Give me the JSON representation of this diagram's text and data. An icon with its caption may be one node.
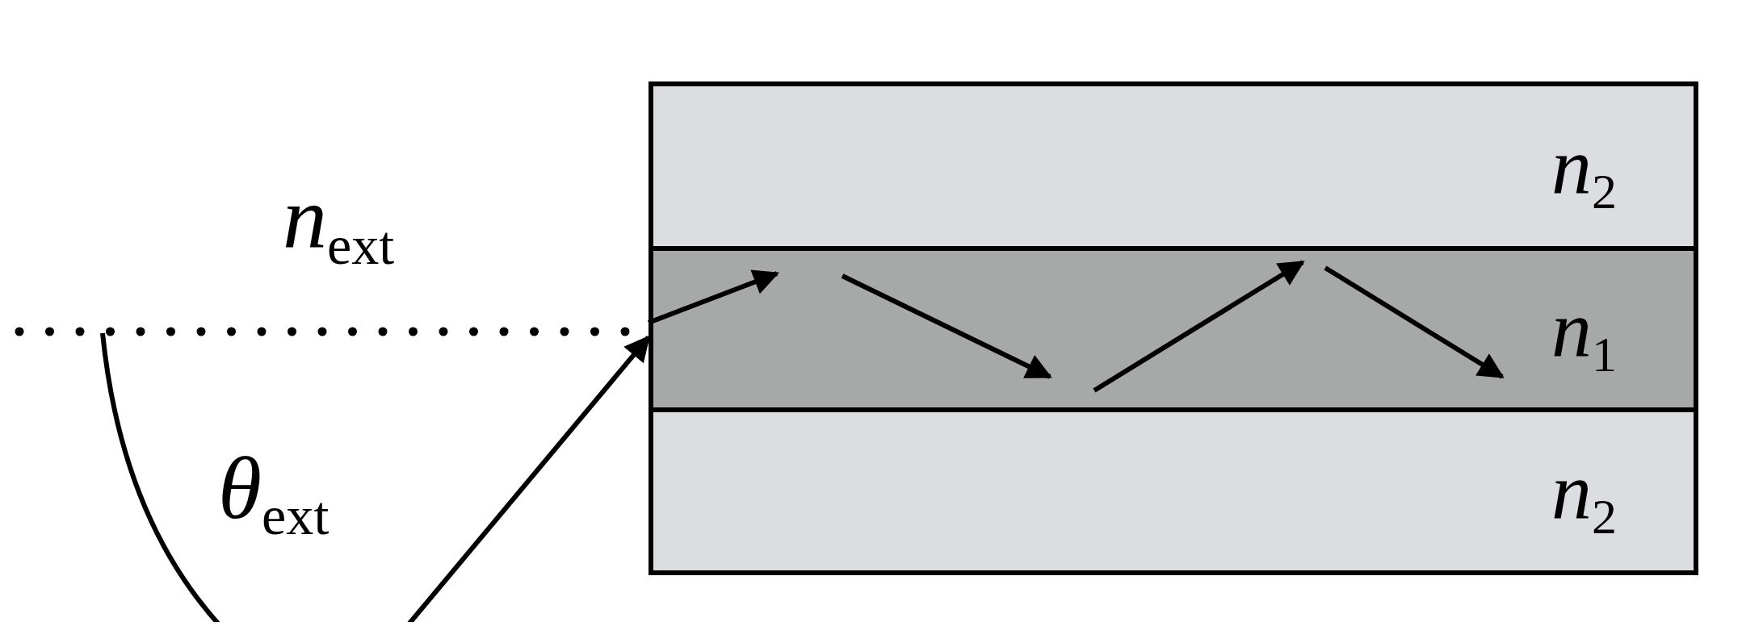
{
  "diagram": {
    "nodes": [
      {
        "text": [
          "*n*$_{2}$"
        ]
      },
      {
        "text": [
          "*n*$_{1}$"
        ]
      },
      {
        "text": [
          "*n*$_{2}$"
        ]
      }
    ],
    "edges": [
      {
        "from": null,
        "to": 1,
        "arrow": "to"
      }
    ],
    "labels": [
      "*n*$_{ext}$",
      "*θ*$_{ext}$"
    ]
  }
}
